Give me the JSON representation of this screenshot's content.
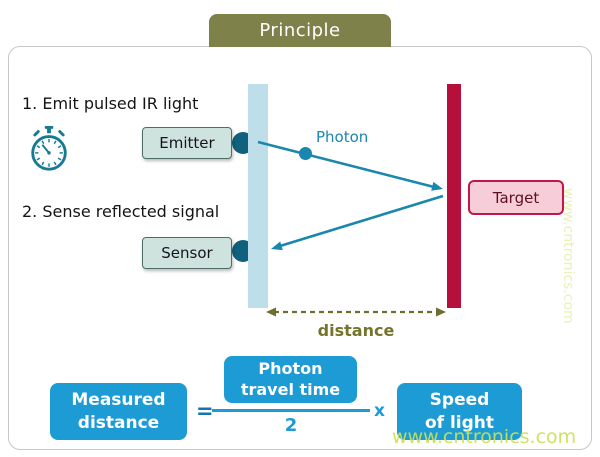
{
  "title": "Principle",
  "steps": {
    "step1": "1. Emit pulsed IR light",
    "step2": "2. Sense reflected signal"
  },
  "diagram": {
    "emitter": "Emitter",
    "sensor": "Sensor",
    "photon": "Photon",
    "target": "Target",
    "distance": "distance"
  },
  "formula": {
    "measured_line1": "Measured",
    "measured_line2": "distance",
    "equals": "=",
    "numerator_line1": "Photon",
    "numerator_line2": "travel time",
    "denominator": "2",
    "multiply": "x",
    "speed_line1": "Speed",
    "speed_line2": "of light"
  },
  "watermark": "www.cntronics.com",
  "colors": {
    "title_bg": "#7e8149",
    "accent_teal": "#1b87ae",
    "formula_blue": "#1d9bd5",
    "target_red": "#b60f3c",
    "device_bar_blue": "#bedeea",
    "distance_olive": "#75742c"
  }
}
